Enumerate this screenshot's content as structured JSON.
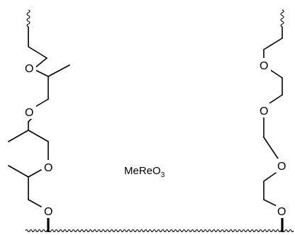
{
  "reagent": {
    "text": "MeReO",
    "subscript": "3"
  },
  "atoms": {
    "oxygen_label": "O"
  }
}
